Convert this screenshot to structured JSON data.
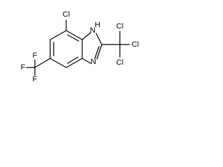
{
  "molecule": {
    "atoms": {
      "cl_top": "Cl",
      "nh": "H",
      "nh_n": "N",
      "n_bottom": "N",
      "ccl3_cl_left": "Cl",
      "ccl3_cl_right": "Cl",
      "ccl3_cl_bottom": "Cl",
      "cf3_f_top": "F",
      "cf3_f_left": "F",
      "cf3_f_bottom": "F"
    }
  }
}
